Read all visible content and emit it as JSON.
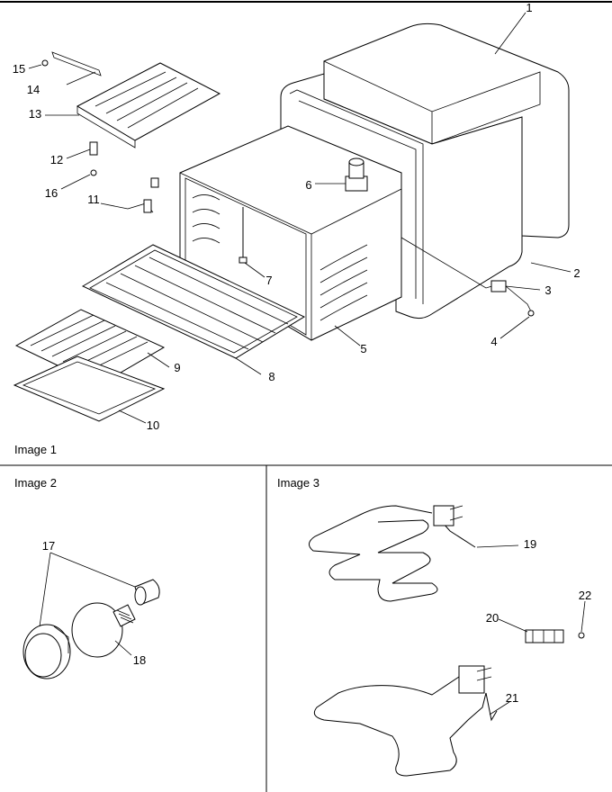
{
  "panels": [
    {
      "caption": "Image 1"
    },
    {
      "caption": "Image 2"
    },
    {
      "caption": "Image 3"
    }
  ],
  "callouts": {
    "c1": "1",
    "c2": "2",
    "c3": "3",
    "c4": "4",
    "c5": "5",
    "c6": "6",
    "c7": "7",
    "c8": "8",
    "c9": "9",
    "c10": "10",
    "c11": "11",
    "c12": "12",
    "c13": "13",
    "c14": "14",
    "c15": "15",
    "c16": "16",
    "c17": "17",
    "c18": "18",
    "c19": "19",
    "c20": "20",
    "c21": "21",
    "c22": "22"
  }
}
